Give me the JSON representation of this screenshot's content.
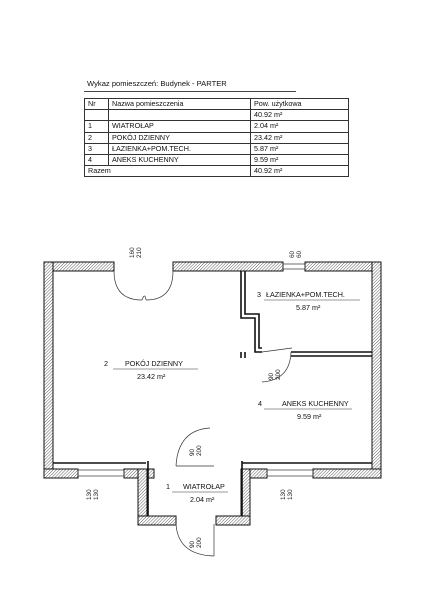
{
  "header": {
    "title": "Wykaz pomieszczeń: Budynek - PARTER"
  },
  "table": {
    "columns": [
      "Nr",
      "Nazwa pomieszczenia",
      "Pow. użytkowa"
    ],
    "total_top": "40.92 m²",
    "rows": [
      {
        "nr": "1",
        "name": "WIATROŁAP",
        "area": "2.04 m²"
      },
      {
        "nr": "2",
        "name": "POKÓJ DZIENNY",
        "area": "23.42 m²"
      },
      {
        "nr": "3",
        "name": "ŁAZIENKA+POM.TECH.",
        "area": "5.87 m²"
      },
      {
        "nr": "4",
        "name": "ANEKS KUCHENNY",
        "area": "9.59 m²"
      }
    ],
    "summary": {
      "label": "Razem",
      "area": "40.92 m²"
    }
  },
  "plan": {
    "rooms": [
      {
        "nr": "2",
        "name": "POKÓJ DZIENNY",
        "area": "23.42 m²"
      },
      {
        "nr": "3",
        "name": "ŁAZIENKA+POM.TECH.",
        "area": "5.87 m²"
      },
      {
        "nr": "4",
        "name": "ANEKS KUCHENNY",
        "area": "9.59 m²"
      },
      {
        "nr": "1",
        "name": "WIATROŁAP",
        "area": "2.04 m²"
      }
    ],
    "dims": {
      "door_main": [
        "160",
        "210"
      ],
      "window_top": [
        "60",
        "60"
      ],
      "door_bath": [
        "90",
        "200"
      ],
      "door_vest_inner": [
        "90",
        "200"
      ],
      "door_vest_outer": [
        "90",
        "200"
      ],
      "window_left": [
        "130",
        "130"
      ],
      "window_right": [
        "130",
        "130"
      ]
    }
  }
}
